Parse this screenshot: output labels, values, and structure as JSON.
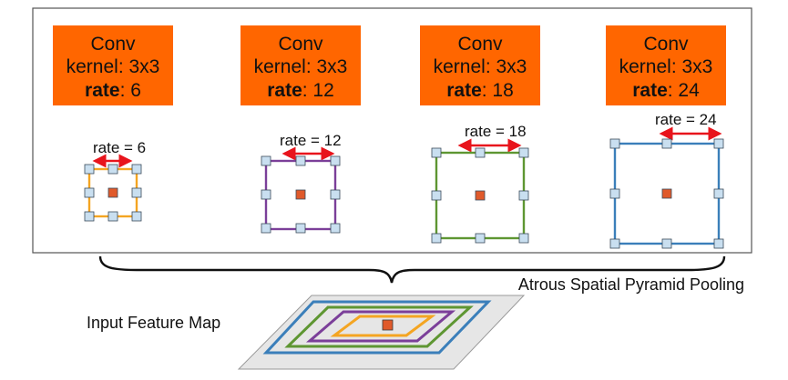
{
  "colors": {
    "conv_box": "#ff6600",
    "arrow": "#e8141c",
    "center_cell": "#e05a2b",
    "sample_cell": "#c9dff0",
    "plane": "#e6e6e6",
    "rate6": "#f4a522",
    "rate12": "#7b3f99",
    "rate18": "#5e9632",
    "rate24": "#3b7fba"
  },
  "branches": [
    {
      "title": "Conv",
      "kernel": "kernel: 3x3",
      "rate_label": "rate",
      "rate_value": ": 6",
      "rate_caption": "rate = 6"
    },
    {
      "title": "Conv",
      "kernel": "kernel: 3x3",
      "rate_label": "rate",
      "rate_value": ": 12",
      "rate_caption": "rate = 12"
    },
    {
      "title": "Conv",
      "kernel": "kernel: 3x3",
      "rate_label": "rate",
      "rate_value": ": 18",
      "rate_caption": "rate = 18"
    },
    {
      "title": "Conv",
      "kernel": "kernel: 3x3",
      "rate_label": "rate",
      "rate_value": ": 24",
      "rate_caption": "rate = 24"
    }
  ],
  "aspp_label": "Atrous Spatial Pyramid Pooling",
  "input_label": "Input Feature Map"
}
